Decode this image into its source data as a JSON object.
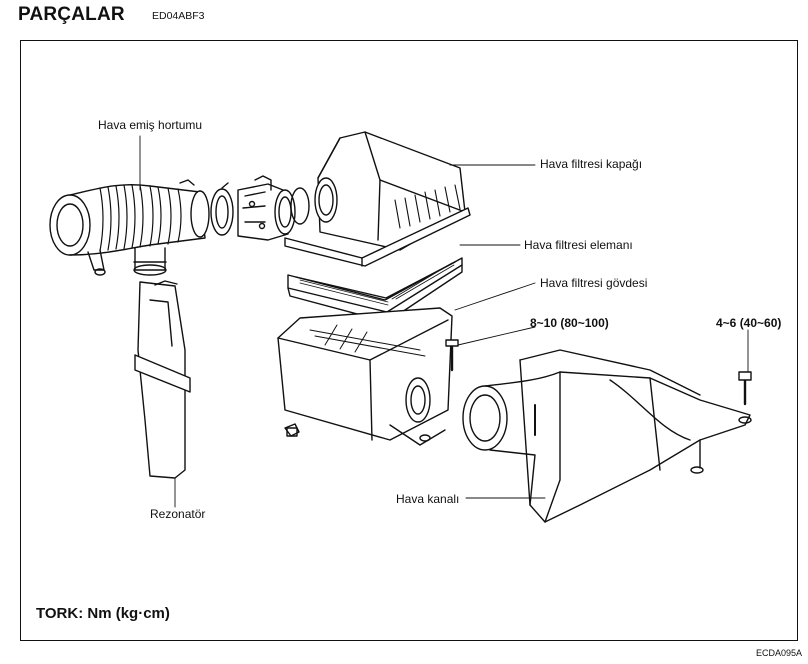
{
  "header": {
    "title": "PARÇALAR",
    "code": "ED04ABF3"
  },
  "labels": {
    "intake_hose": "Hava emiş hortumu",
    "filter_cover": "Hava filtresi kapağı",
    "filter_element": "Hava filtresi elemanı",
    "filter_body": "Hava filtresi gövdesi",
    "torque_bolt_body": "8~10 (80~100)",
    "torque_bolt_duct": "4~6 (40~60)",
    "air_duct": "Hava kanalı",
    "resonator": "Rezonatör"
  },
  "footer": {
    "torque_unit": "TORK: Nm (kg·cm)",
    "figure_ref": "ECDA095A"
  }
}
